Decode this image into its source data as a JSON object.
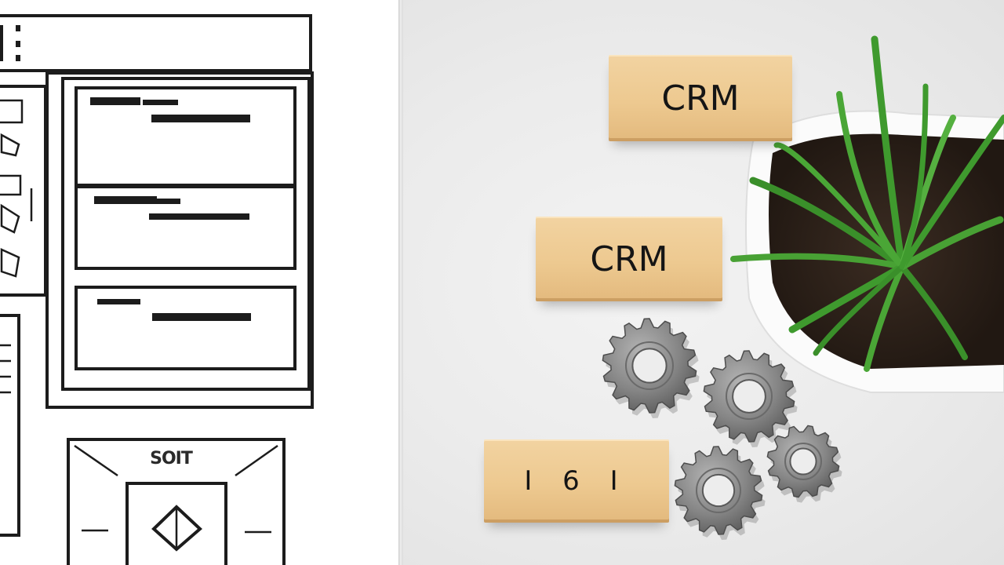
{
  "wireframe": {
    "button_label": "SOIT"
  },
  "blocks": [
    {
      "label": "CRM"
    },
    {
      "label": "CRM"
    },
    {
      "label": "I 6 I"
    }
  ],
  "colors": {
    "wood": "#edc990",
    "desk": "#ebebeb",
    "steel": "#8a8a8a",
    "leaf": "#3f9a2e",
    "pot": "#ffffff",
    "ink": "#151515"
  },
  "icons": [
    "gear-icon",
    "diamond-icon",
    "plant-illustration"
  ]
}
